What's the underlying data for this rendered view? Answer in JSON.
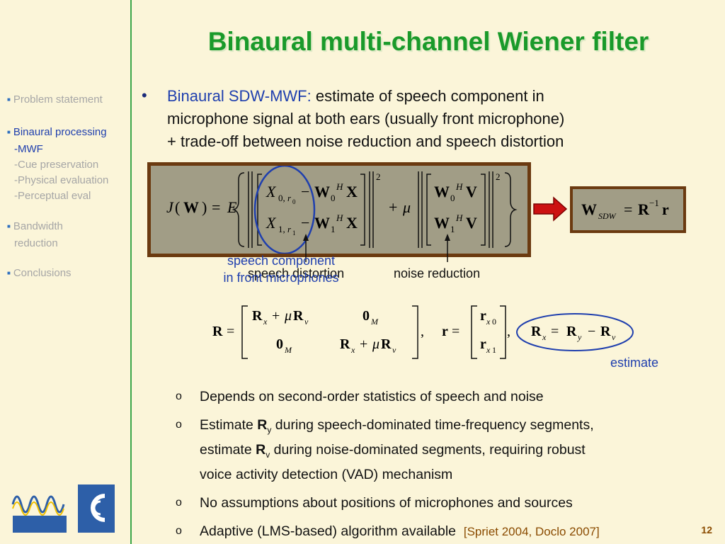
{
  "slide": {
    "title": "Binaural multi-channel Wiener filter",
    "page_number": "12"
  },
  "nav": {
    "items": [
      {
        "label": "Problem statement"
      },
      {
        "label": "Binaural processing"
      },
      {
        "label": "-MWF"
      },
      {
        "label": "-Cue preservation"
      },
      {
        "label": "-Physical evaluation"
      },
      {
        "label": "-Perceptual eval"
      },
      {
        "label": "Bandwidth"
      },
      {
        "label": "reduction"
      },
      {
        "label": "Conclusions"
      }
    ]
  },
  "main": {
    "bullet_head": "Binaural SDW-MWF:",
    "bullet_line1": "estimate of speech component in",
    "bullet_line2": "microphone signal at both ears (usually front microphone)",
    "bullet_line3": "+ trade-off between noise reduction and speech distortion",
    "label_speech_comp_1": "speech component",
    "label_speech_comp_2": "in front microphones",
    "label_speech_dist": "speech distortion",
    "label_noise_red": "noise reduction",
    "label_estimate": "estimate"
  },
  "sublist": {
    "marker": "o",
    "item1": "Depends on second-order statistics of speech and noise",
    "item2_a": "Estimate",
    "item2_sym": "R",
    "item2_sub": "y",
    "item2_b": "during speech-dominated time-frequency segments,",
    "item2_c": "estimate",
    "item2_sym2": "R",
    "item2_sub2": "v",
    "item2_d": "during noise-dominated segments, requiring robust",
    "item2_e": "voice activity detection (VAD) mechanism",
    "item3": "No assumptions about positions of microphones and sources",
    "item4": "Adaptive (LMS-based) algorithm available",
    "citation": "[Spriet 2004, Doclo 2007]"
  },
  "colors": {
    "title": "#1a9a2a",
    "accent_blue": "#1f3fae",
    "box_bg": "#a19d86",
    "box_border": "#6b3a10",
    "arrow_red": "#cc1111"
  }
}
